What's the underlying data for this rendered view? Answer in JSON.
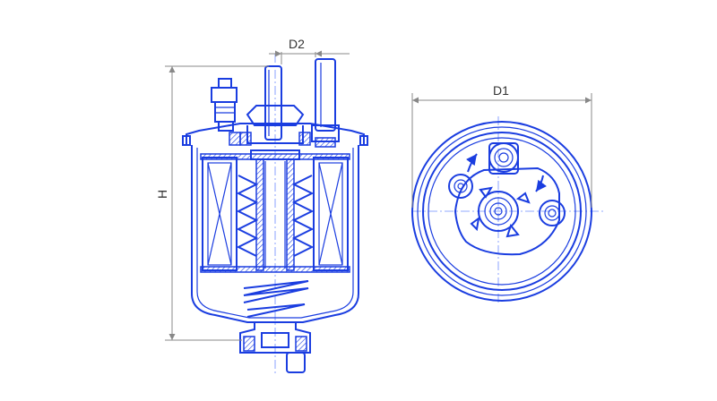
{
  "labels": {
    "d2": "D2",
    "d1": "D1",
    "h": "H"
  },
  "colors": {
    "line": "#1a3de0",
    "dimension": "#888888",
    "text": "#333333"
  }
}
